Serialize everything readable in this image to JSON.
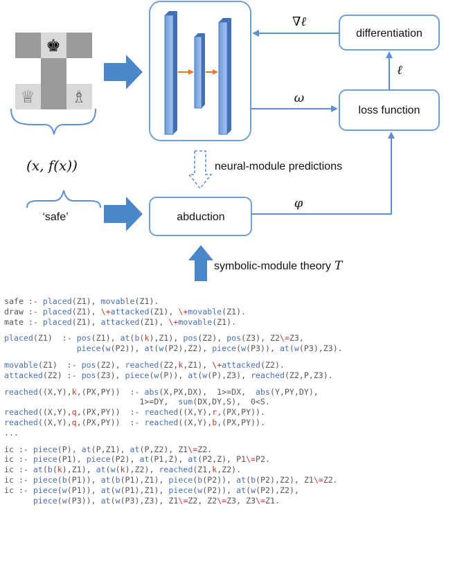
{
  "diagram": {
    "input_label": "(x, f(x))",
    "safe_label": "‘safe’",
    "differentiation_label": "differentiation",
    "loss_label": "loss function",
    "abduction_label": "abduction",
    "grad_label": "∇ℓ",
    "ell_label": "ℓ",
    "omega_label": "ω",
    "phi_label": "φ",
    "predictions_label": "neural-module predictions",
    "theory_label": "symbolic-module theory",
    "theory_var": "T",
    "king_glyph": "♚",
    "queen_glyph": "♕",
    "bishop_glyph": "♗",
    "colors": {
      "accent_blue": "#5b8fd0",
      "box_stroke": "#6f9fd8",
      "orange_arrow": "#e8782a",
      "layer_fill": "#7ea9e0"
    }
  },
  "code_lines": [
    [
      [
        "safe :- ",
        "o"
      ],
      [
        "placed",
        "p"
      ],
      [
        "(Z1), ",
        "o"
      ],
      [
        "movable",
        "p"
      ],
      [
        "(Z1).",
        "o"
      ]
    ],
    [
      [
        "draw :- ",
        "o"
      ],
      [
        "placed",
        "p"
      ],
      [
        "(Z1), ",
        "o"
      ],
      [
        "\\+",
        "r"
      ],
      [
        "attacked",
        "p"
      ],
      [
        "(Z1), ",
        "o"
      ],
      [
        "\\+",
        "r"
      ],
      [
        "movable",
        "p"
      ],
      [
        "(Z1).",
        "o"
      ]
    ],
    [
      [
        "mate :- ",
        "o"
      ],
      [
        "placed",
        "p"
      ],
      [
        "(Z1), ",
        "o"
      ],
      [
        "attacked",
        "p"
      ],
      [
        "(Z1), ",
        "o"
      ],
      [
        "\\+",
        "r"
      ],
      [
        "movable",
        "p"
      ],
      [
        "(Z1).",
        "o"
      ]
    ],
    [],
    [
      [
        "placed",
        "p"
      ],
      [
        "(Z1)  :- ",
        "o"
      ],
      [
        "pos",
        "p"
      ],
      [
        "(Z1), ",
        "o"
      ],
      [
        "at",
        "p"
      ],
      [
        "(",
        "o"
      ],
      [
        "b",
        "p"
      ],
      [
        "(",
        "o"
      ],
      [
        "k",
        "r"
      ],
      [
        "),Z1), ",
        "o"
      ],
      [
        "pos",
        "p"
      ],
      [
        "(Z2), ",
        "o"
      ],
      [
        "pos",
        "p"
      ],
      [
        "(Z3), Z2",
        "o"
      ],
      [
        "\\=",
        "r"
      ],
      [
        "Z3,",
        "o"
      ]
    ],
    [
      [
        "               ",
        "o"
      ],
      [
        "piece",
        "p"
      ],
      [
        "(",
        "o"
      ],
      [
        "w",
        "p"
      ],
      [
        "(P2)), ",
        "o"
      ],
      [
        "at",
        "p"
      ],
      [
        "(",
        "o"
      ],
      [
        "w",
        "p"
      ],
      [
        "(P2),Z2), ",
        "o"
      ],
      [
        "piece",
        "p"
      ],
      [
        "(",
        "o"
      ],
      [
        "w",
        "p"
      ],
      [
        "(P3)), ",
        "o"
      ],
      [
        "at",
        "p"
      ],
      [
        "(",
        "o"
      ],
      [
        "w",
        "p"
      ],
      [
        "(P3),Z3).",
        "o"
      ]
    ],
    [],
    [
      [
        "movable",
        "p"
      ],
      [
        "(Z1)  :- ",
        "o"
      ],
      [
        "pos",
        "p"
      ],
      [
        "(Z2), ",
        "o"
      ],
      [
        "reached",
        "p"
      ],
      [
        "(Z2,",
        "o"
      ],
      [
        "k",
        "r"
      ],
      [
        ",Z1), ",
        "o"
      ],
      [
        "\\+",
        "r"
      ],
      [
        "attacked",
        "p"
      ],
      [
        "(Z2).",
        "o"
      ]
    ],
    [
      [
        "attacked",
        "p"
      ],
      [
        "(Z2) :- ",
        "o"
      ],
      [
        "pos",
        "p"
      ],
      [
        "(Z3), ",
        "o"
      ],
      [
        "piece",
        "p"
      ],
      [
        "(",
        "o"
      ],
      [
        "w",
        "p"
      ],
      [
        "(P)), ",
        "o"
      ],
      [
        "at",
        "p"
      ],
      [
        "(",
        "o"
      ],
      [
        "w",
        "p"
      ],
      [
        "(P),Z3), ",
        "o"
      ],
      [
        "reached",
        "p"
      ],
      [
        "(Z2,P,Z3).",
        "o"
      ]
    ],
    [],
    [
      [
        "reached",
        "p"
      ],
      [
        "((X,Y),",
        "o"
      ],
      [
        "k",
        "r"
      ],
      [
        ",(PX,PY))  :- ",
        "o"
      ],
      [
        "abs",
        "p"
      ],
      [
        "(X,PX,DX),  1>=DX,  ",
        "o"
      ],
      [
        "abs",
        "p"
      ],
      [
        "(Y,PY,DY),",
        "o"
      ]
    ],
    [
      [
        "                            1>=DY,  ",
        "o"
      ],
      [
        "sum",
        "p"
      ],
      [
        "(DX,DY,S),  0<S.",
        "o"
      ]
    ],
    [
      [
        "reached",
        "p"
      ],
      [
        "((X,Y),",
        "o"
      ],
      [
        "q",
        "r"
      ],
      [
        ",(PX,PY))  :- ",
        "o"
      ],
      [
        "reached",
        "p"
      ],
      [
        "((X,Y),",
        "o"
      ],
      [
        "r",
        "r"
      ],
      [
        ",(PX,PY)).",
        "o"
      ]
    ],
    [
      [
        "reached",
        "p"
      ],
      [
        "((X,Y),",
        "o"
      ],
      [
        "q",
        "r"
      ],
      [
        ",(PX,PY))  :- ",
        "o"
      ],
      [
        "reached",
        "p"
      ],
      [
        "((X,Y),",
        "o"
      ],
      [
        "b",
        "r"
      ],
      [
        ",(PX,PY)).",
        "o"
      ]
    ],
    [
      [
        "...",
        "o"
      ]
    ],
    [],
    [
      [
        "ic :- ",
        "o"
      ],
      [
        "piece",
        "p"
      ],
      [
        "(P), ",
        "o"
      ],
      [
        "at",
        "p"
      ],
      [
        "(P,Z1), ",
        "o"
      ],
      [
        "at",
        "p"
      ],
      [
        "(P,Z2), Z1",
        "o"
      ],
      [
        "\\=",
        "r"
      ],
      [
        "Z2.",
        "o"
      ]
    ],
    [
      [
        "ic :- ",
        "o"
      ],
      [
        "piece",
        "p"
      ],
      [
        "(P1), ",
        "o"
      ],
      [
        "piece",
        "p"
      ],
      [
        "(P2), ",
        "o"
      ],
      [
        "at",
        "p"
      ],
      [
        "(P1,Z), ",
        "o"
      ],
      [
        "at",
        "p"
      ],
      [
        "(P2,Z), P1",
        "o"
      ],
      [
        "\\=",
        "r"
      ],
      [
        "P2.",
        "o"
      ]
    ],
    [
      [
        "ic :- ",
        "o"
      ],
      [
        "at",
        "p"
      ],
      [
        "(",
        "o"
      ],
      [
        "b",
        "p"
      ],
      [
        "(",
        "o"
      ],
      [
        "k",
        "r"
      ],
      [
        "),Z1), ",
        "o"
      ],
      [
        "at",
        "p"
      ],
      [
        "(",
        "o"
      ],
      [
        "w",
        "p"
      ],
      [
        "(",
        "o"
      ],
      [
        "k",
        "r"
      ],
      [
        "),Z2), ",
        "o"
      ],
      [
        "reached",
        "p"
      ],
      [
        "(Z1,",
        "o"
      ],
      [
        "k",
        "r"
      ],
      [
        ",Z2).",
        "o"
      ]
    ],
    [
      [
        "ic :- ",
        "o"
      ],
      [
        "piece",
        "p"
      ],
      [
        "(",
        "o"
      ],
      [
        "b",
        "p"
      ],
      [
        "(P1)), ",
        "o"
      ],
      [
        "at",
        "p"
      ],
      [
        "(",
        "o"
      ],
      [
        "b",
        "p"
      ],
      [
        "(P1),Z1), ",
        "o"
      ],
      [
        "piece",
        "p"
      ],
      [
        "(",
        "o"
      ],
      [
        "b",
        "p"
      ],
      [
        "(P2)), ",
        "o"
      ],
      [
        "at",
        "p"
      ],
      [
        "(",
        "o"
      ],
      [
        "b",
        "p"
      ],
      [
        "(P2),Z2), Z1",
        "o"
      ],
      [
        "\\=",
        "r"
      ],
      [
        "Z2.",
        "o"
      ]
    ],
    [
      [
        "ic :- ",
        "o"
      ],
      [
        "piece",
        "p"
      ],
      [
        "(",
        "o"
      ],
      [
        "w",
        "p"
      ],
      [
        "(P1)), ",
        "o"
      ],
      [
        "at",
        "p"
      ],
      [
        "(",
        "o"
      ],
      [
        "w",
        "p"
      ],
      [
        "(P1),Z1), ",
        "o"
      ],
      [
        "piece",
        "p"
      ],
      [
        "(",
        "o"
      ],
      [
        "w",
        "p"
      ],
      [
        "(P2)), ",
        "o"
      ],
      [
        "at",
        "p"
      ],
      [
        "(",
        "o"
      ],
      [
        "w",
        "p"
      ],
      [
        "(P2),Z2),",
        "o"
      ]
    ],
    [
      [
        "      ",
        "o"
      ],
      [
        "piece",
        "p"
      ],
      [
        "(",
        "o"
      ],
      [
        "w",
        "p"
      ],
      [
        "(P3)), ",
        "o"
      ],
      [
        "at",
        "p"
      ],
      [
        "(",
        "o"
      ],
      [
        "w",
        "p"
      ],
      [
        "(P3),Z3), Z1",
        "o"
      ],
      [
        "\\=",
        "r"
      ],
      [
        "Z2, Z2",
        "o"
      ],
      [
        "\\=",
        "r"
      ],
      [
        "Z3, Z3",
        "o"
      ],
      [
        "\\=",
        "r"
      ],
      [
        "Z1.",
        "o"
      ]
    ]
  ]
}
